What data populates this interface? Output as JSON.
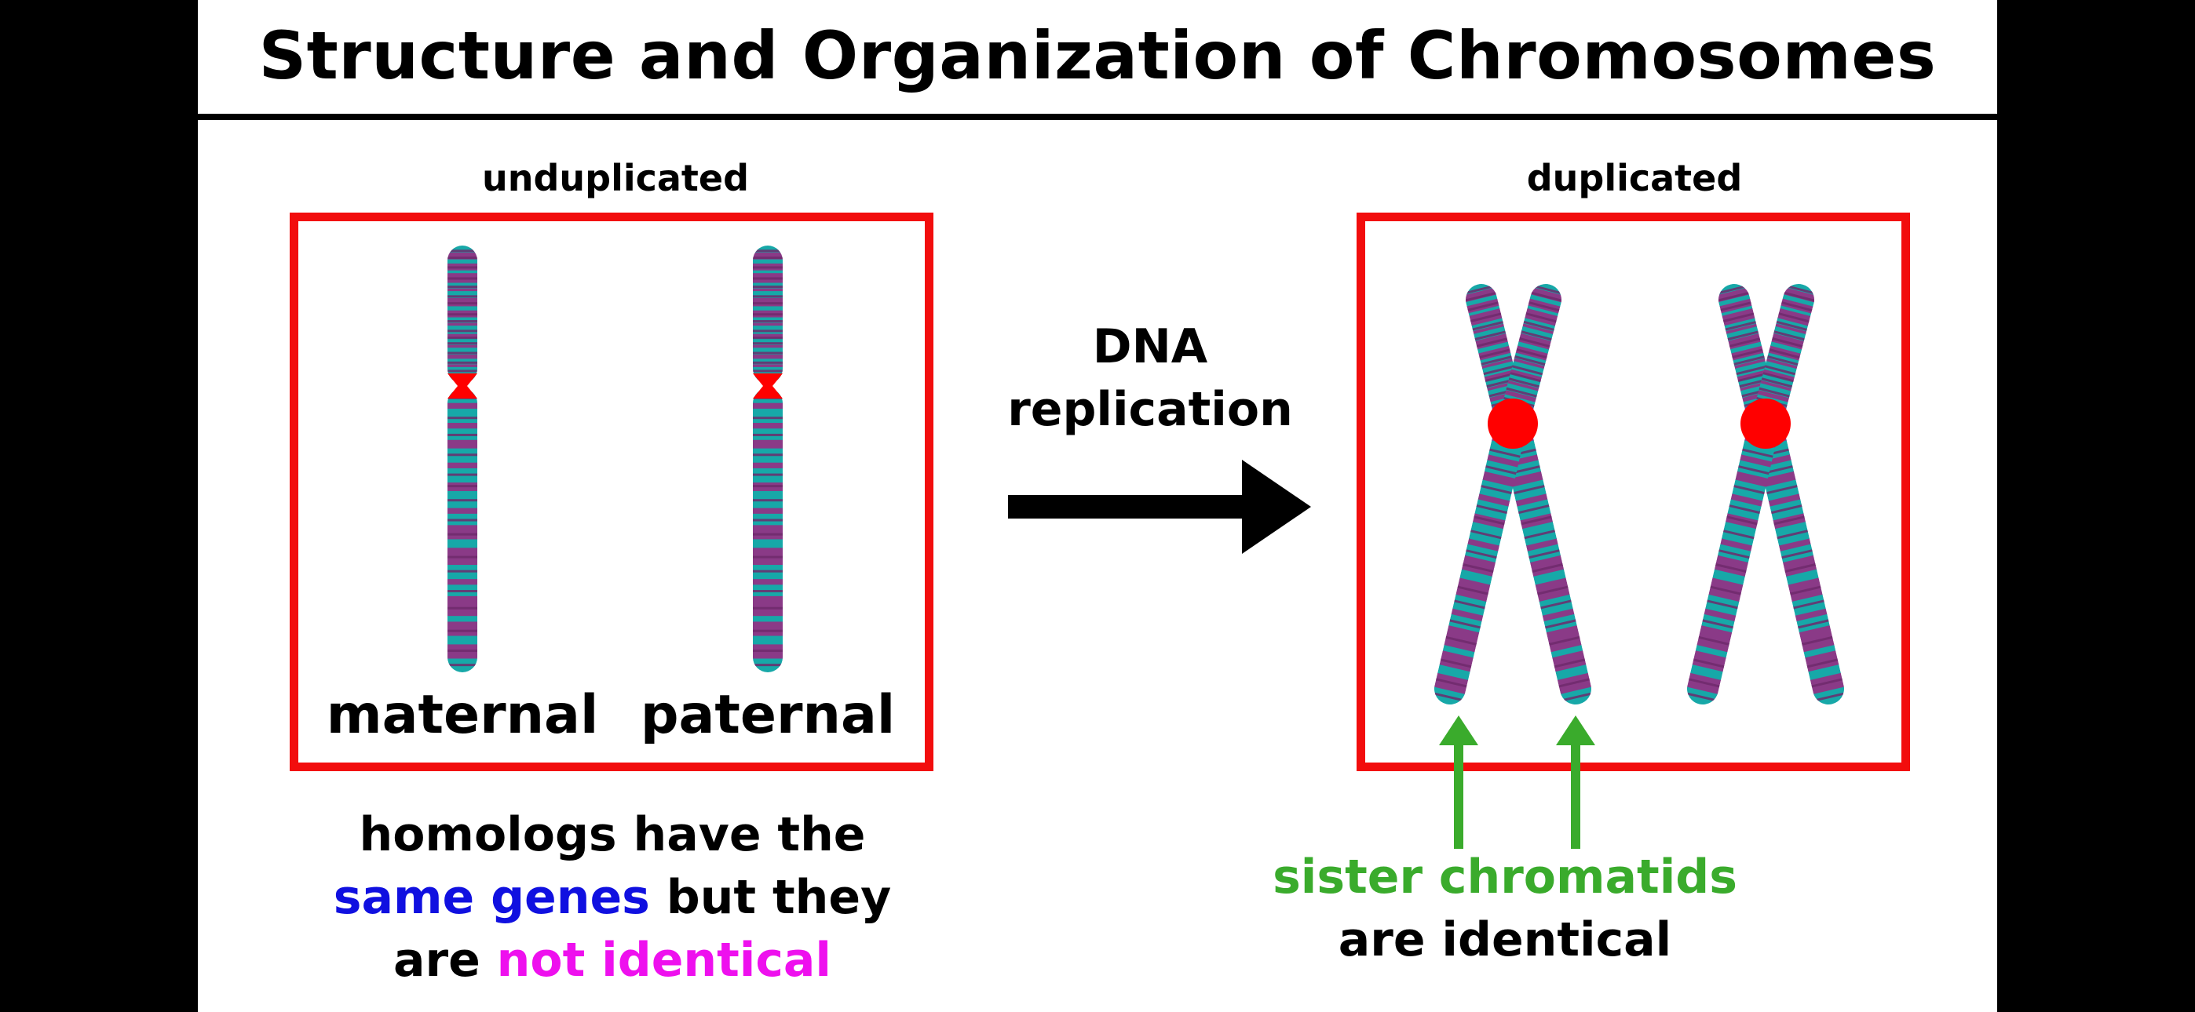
{
  "title": "Structure and Organization of Chromosomes",
  "left_panel": {
    "heading": "unduplicated",
    "chromosome_1_label": "maternal",
    "chromosome_2_label": "paternal"
  },
  "right_panel": {
    "heading": "duplicated"
  },
  "arrow_label": {
    "line1": "DNA",
    "line2": "replication"
  },
  "left_caption": {
    "line1": "homologs have the",
    "line2_highlight": "same genes",
    "line2_rest": " but they",
    "line3_start": "are ",
    "line3_highlight": "not identical"
  },
  "right_caption": {
    "line1": "sister chromatids",
    "line2": "are identical"
  },
  "colors": {
    "panel_border": "#f20d0d",
    "centromere": "#ff0000",
    "chromatid_teal": "#17a8a8",
    "chromatid_purple": "#8a3a87",
    "highlight_blue": "#1010e0",
    "highlight_magenta": "#ee10ee",
    "highlight_green": "#3aab2c"
  },
  "icons": [
    "right-arrow-icon",
    "up-arrow-icon"
  ]
}
